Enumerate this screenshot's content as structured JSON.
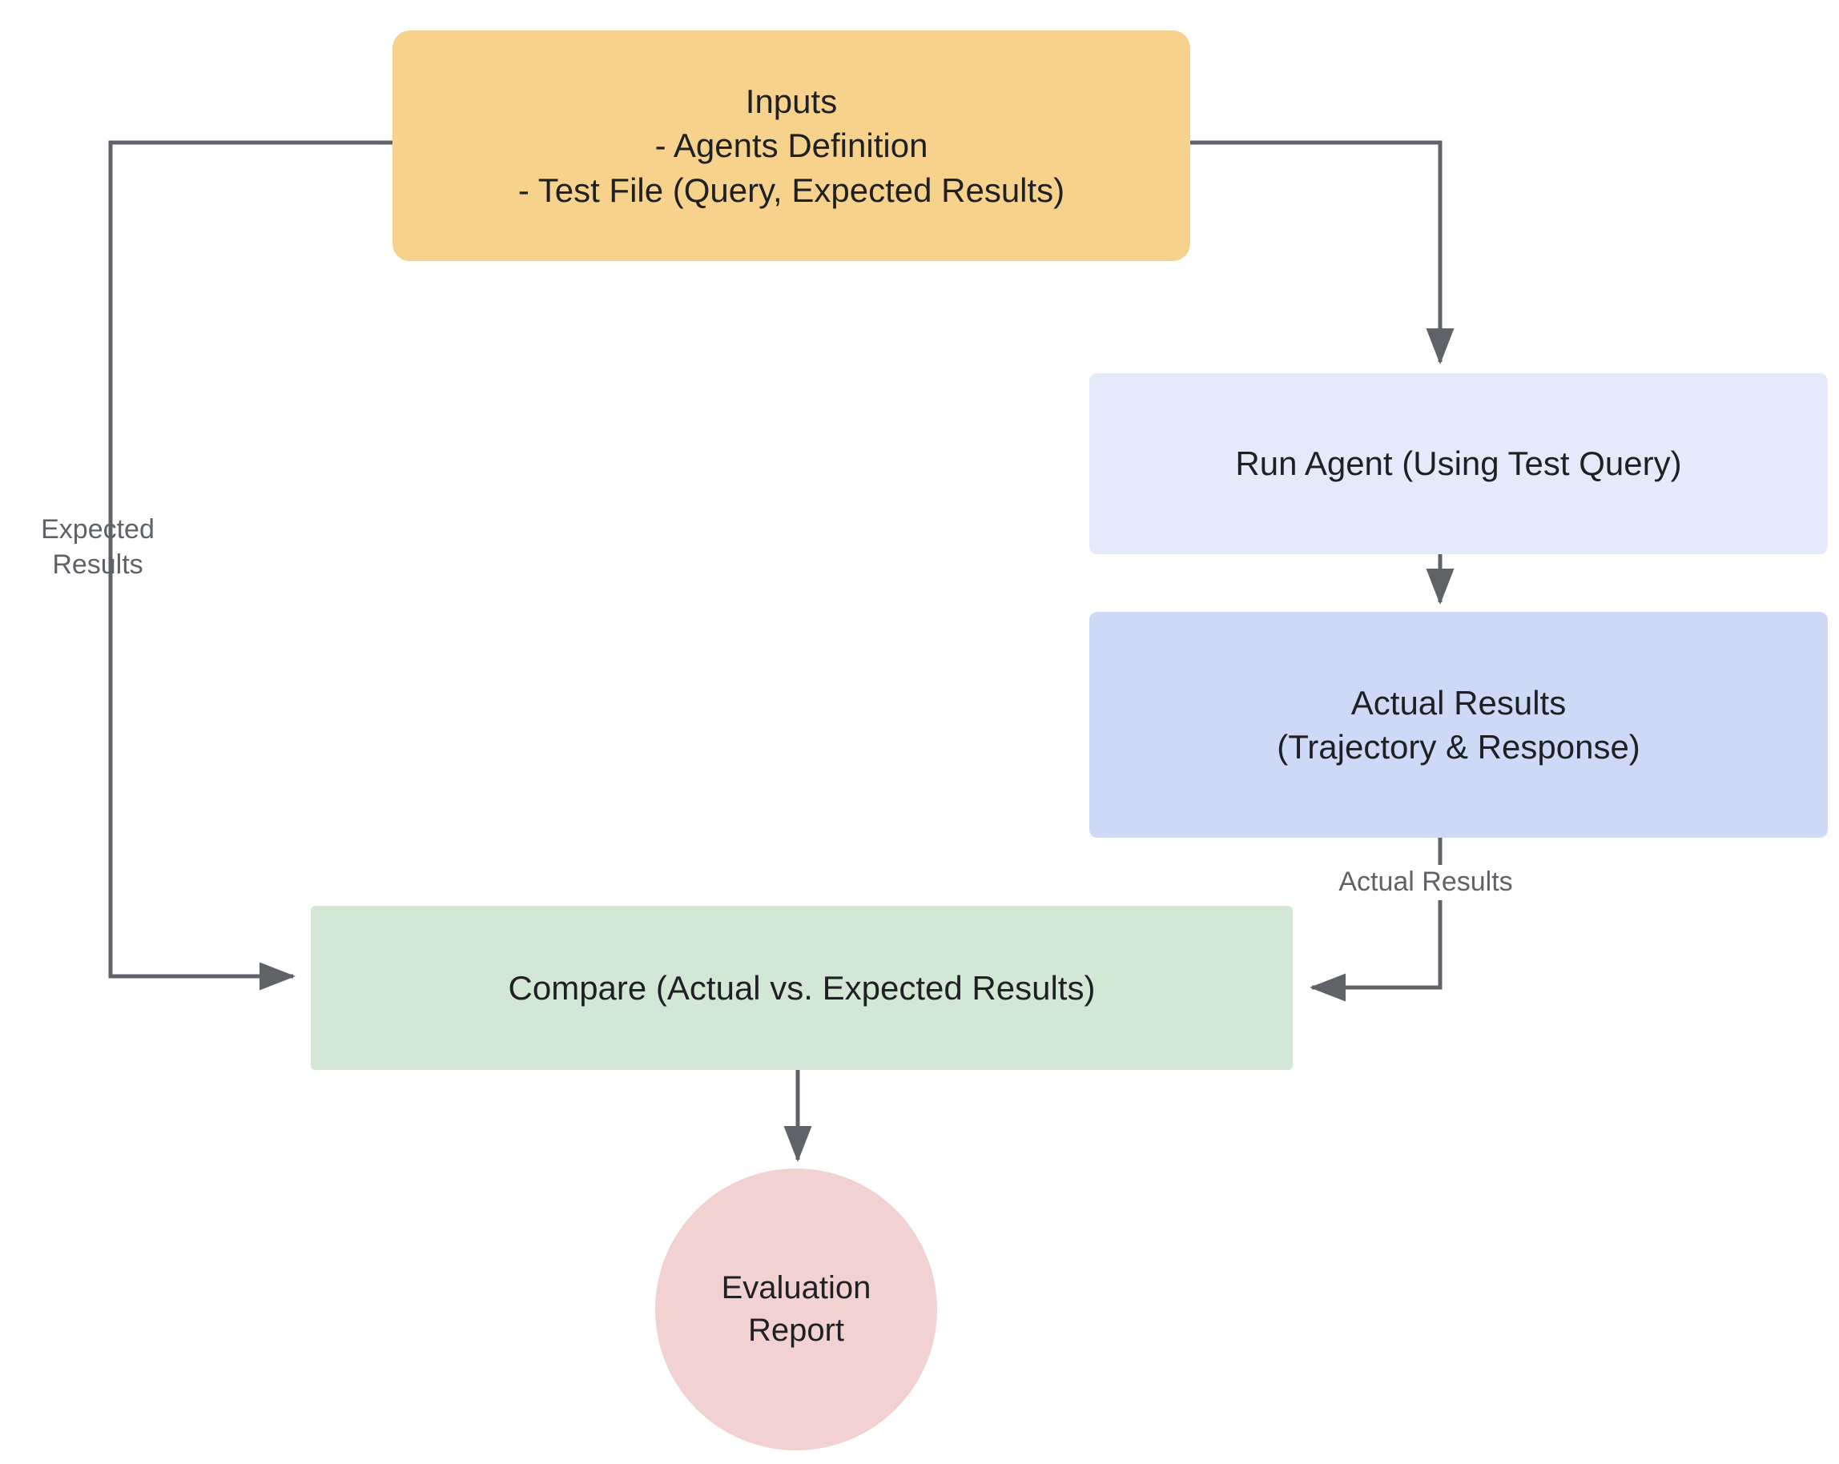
{
  "diagram": {
    "title": "Agent Evaluation Flow",
    "background": "#ffffff",
    "edge_color": "#5F6368",
    "nodes": [
      {
        "id": "inputs",
        "label": "Inputs\n- Agents Definition\n- Test File (Query, Expected Results)",
        "shape": "rounded-rect",
        "color": "#F7D28C"
      },
      {
        "id": "run_agent",
        "label": "Run Agent (Using Test Query)",
        "shape": "rect",
        "color": "#E5EAFB"
      },
      {
        "id": "actual_results",
        "label": "Actual Results\n(Trajectory & Response)",
        "shape": "rect",
        "color": "#CDD9F6"
      },
      {
        "id": "compare",
        "label": "Compare (Actual vs. Expected Results)",
        "shape": "rect",
        "color": "#D3E7D5"
      },
      {
        "id": "evaluation_report",
        "label": "Evaluation\nReport",
        "shape": "circle",
        "color": "#F2D2D1"
      }
    ],
    "edges": [
      {
        "id": "inputs-to-compare",
        "from": "inputs",
        "to": "compare",
        "label": "Expected\nResults",
        "label_color": "#5F6368"
      },
      {
        "id": "inputs-to-run-agent",
        "from": "inputs",
        "to": "run_agent",
        "label": ""
      },
      {
        "id": "run-agent-to-actual-results",
        "from": "run_agent",
        "to": "actual_results",
        "label": ""
      },
      {
        "id": "actual-results-to-compare",
        "from": "actual_results",
        "to": "compare",
        "label": "Actual Results",
        "label_color": "#5F6368"
      },
      {
        "id": "compare-to-report",
        "from": "compare",
        "to": "evaluation_report",
        "label": ""
      }
    ]
  }
}
